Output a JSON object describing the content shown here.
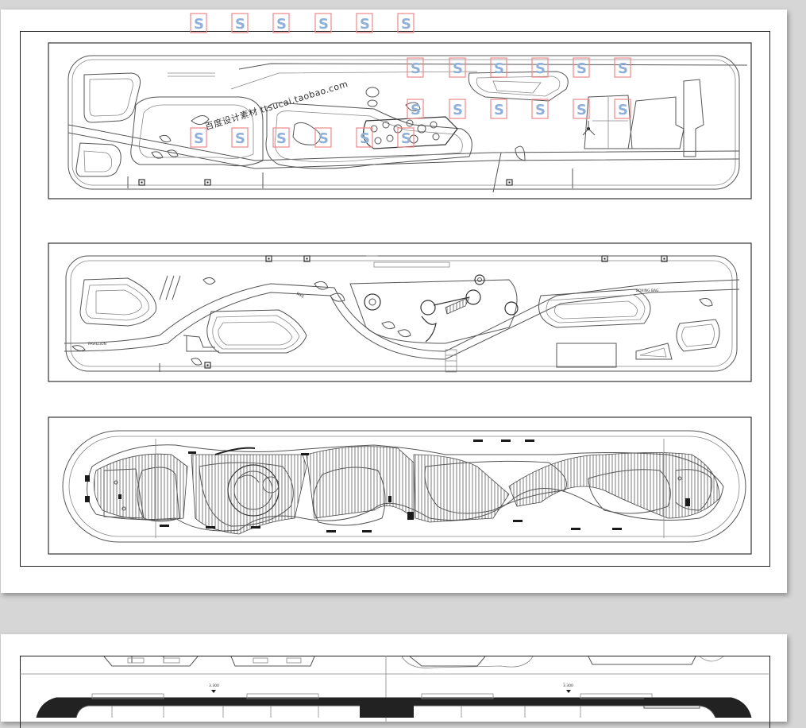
{
  "document": {
    "page_count_visible": 2,
    "watermark": {
      "text": "百度设计素材 ttsucai.taobao.com",
      "glyph": "S"
    },
    "plan_labels": {
      "plan2_left": "PAVILLION",
      "plan2_mid": "BIKE",
      "plan2_right": "BOXING BAG"
    },
    "page2_levels": [
      "3.300",
      "3.300"
    ]
  },
  "colors": {
    "background": "#d6d6d6",
    "paper": "#ffffff",
    "line": "#555555",
    "watermark_box": "#ee8888",
    "watermark_glyph": "#8fb0d8"
  }
}
